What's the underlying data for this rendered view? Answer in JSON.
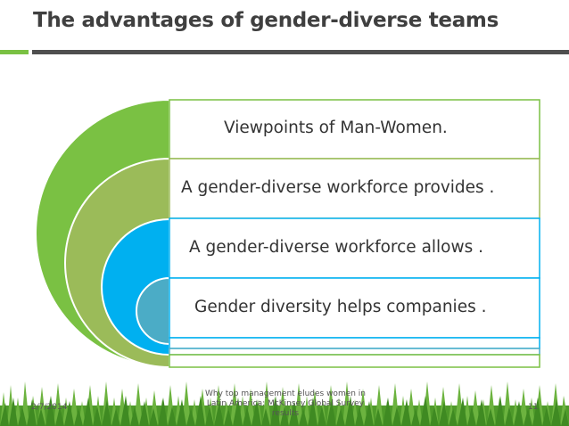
{
  "slide": {
    "title": "The advantages of gender-diverse teams",
    "rows": [
      {
        "text": "Viewpoints of Man-Women."
      },
      {
        "text": "A gender-diverse workforce provides ."
      },
      {
        "text": "A gender-diverse workforce allows ."
      },
      {
        "text": "Gender diversity helps companies ."
      }
    ],
    "footer": {
      "date": "2/7/2014",
      "source": "Why top management eludes women in Latin America: McKinsey Global Survey results",
      "page_number": "11"
    },
    "colors": {
      "accent_green": "#7ac143",
      "olive_green": "#9bbb59",
      "cyan": "#00b0f0",
      "teal": "#4bacc6",
      "title_bar_dark": "#4f4f4f",
      "grass": "#5aa02c"
    }
  }
}
